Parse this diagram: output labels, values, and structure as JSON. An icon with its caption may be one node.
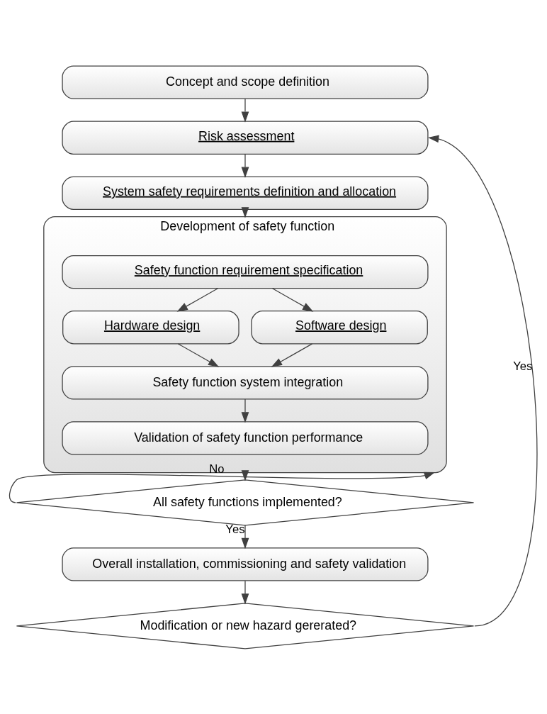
{
  "diagram": {
    "nodes": [
      {
        "text": [
          "Concept and scope definition"
        ]
      },
      {
        "text": [
          "Risk assessment"
        ]
      },
      {
        "text": [
          "System safety requirements definition and allocation"
        ]
      },
      {
        "text": [
          "Development of safety function"
        ]
      },
      {
        "text": [
          "Safety function requirement specification"
        ],
        "in": 3
      },
      {
        "text": [
          "Hardware design"
        ],
        "in": 3
      },
      {
        "text": [
          "Software design"
        ],
        "in": 3
      },
      {
        "text": [
          "Safety function system integration"
        ],
        "in": 3
      },
      {
        "text": [
          "Validation of safety function performance"
        ],
        "in": 3
      },
      {
        "text": [
          "All safety functions implemented?"
        ]
      },
      {
        "text": [
          "Overall installation, commissioning and safety validation"
        ]
      },
      {
        "text": [
          "Modification or new hazard gererated?"
        ]
      }
    ],
    "edges": [
      {
        "from": 0,
        "to": 1,
        "arrow": "to"
      },
      {
        "from": 1,
        "to": 2,
        "arrow": "to"
      },
      {
        "from": 2,
        "to": 3,
        "arrow": "to"
      },
      {
        "from": 4,
        "to": 5,
        "arrow": "to"
      },
      {
        "from": 4,
        "to": 6,
        "arrow": "to"
      },
      {
        "from": 5,
        "to": 7,
        "arrow": "to"
      },
      {
        "from": 6,
        "to": 7,
        "arrow": "to"
      },
      {
        "from": 7,
        "to": 8,
        "arrow": "to"
      },
      {
        "from": 3,
        "to": 9,
        "arrow": "to"
      },
      {
        "from": 9,
        "to": 3,
        "arrow": "to",
        "label": "No"
      },
      {
        "from": 9,
        "to": 10,
        "arrow": "to",
        "label": "Yes"
      },
      {
        "from": 10,
        "to": 11,
        "arrow": "to"
      },
      {
        "from": 11,
        "to": 1,
        "arrow": "to",
        "label": "Yes"
      }
    ]
  }
}
